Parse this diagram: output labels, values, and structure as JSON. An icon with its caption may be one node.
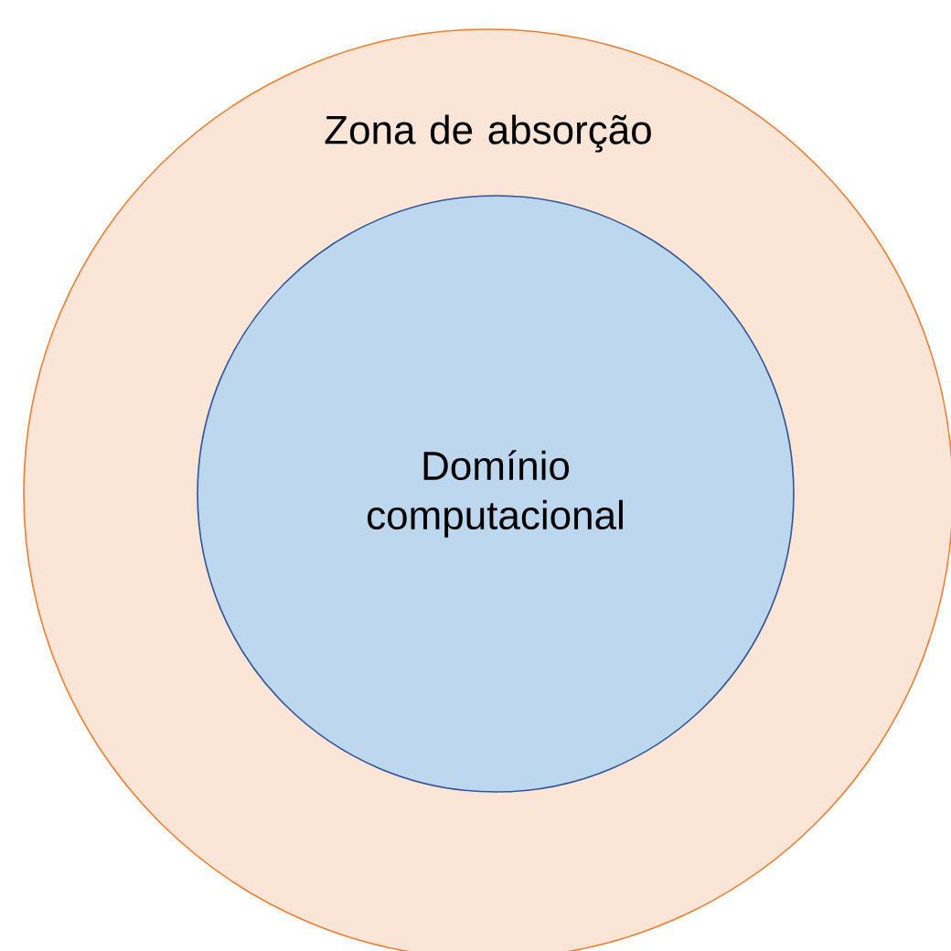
{
  "diagram": {
    "nodes": [
      {
        "text": [
          "Zona de absorção"
        ]
      },
      {
        "text": [
          "Domínio computacional"
        ],
        "in": 0
      }
    ]
  }
}
